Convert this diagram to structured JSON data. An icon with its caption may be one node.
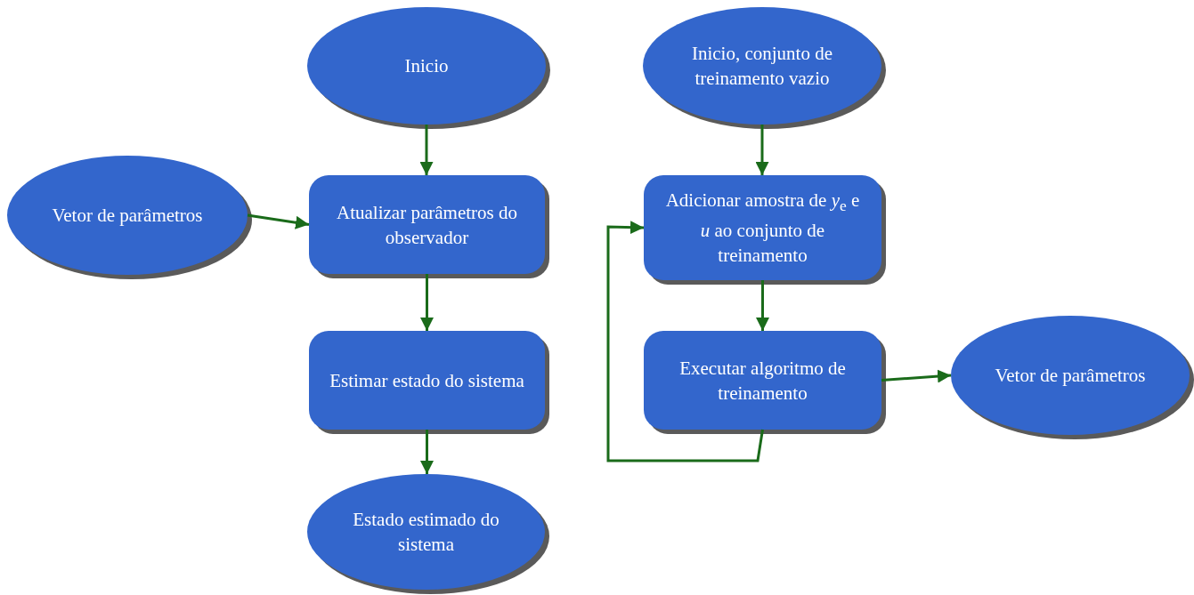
{
  "diagram": {
    "nodes": [
      {
        "text": [
          "Inicio"
        ]
      },
      {
        "text": [
          "Vetor de parâmetros"
        ]
      },
      {
        "text": [
          "Atualizar parâmetros do observador"
        ]
      },
      {
        "text": [
          "Estimar estado do sistema"
        ]
      },
      {
        "text": [
          "Estado estimado do sistema"
        ]
      },
      {
        "text": [
          "Inicio, conjunto de treinamento vazio"
        ]
      },
      {
        "text": [
          "Adicionar amostra de *y*$_{e}$ e *u* ao conjunto de treinamento"
        ]
      },
      {
        "text": [
          "Executar algoritmo de treinamento"
        ]
      },
      {
        "text": [
          "Vetor de parâmetros"
        ]
      }
    ],
    "edges": [
      {
        "from": 0,
        "to": 2,
        "arrow": "to"
      },
      {
        "from": 1,
        "to": 2,
        "arrow": "to"
      },
      {
        "from": 2,
        "to": 3,
        "arrow": "to"
      },
      {
        "from": 3,
        "to": 4,
        "arrow": "to"
      },
      {
        "from": 5,
        "to": 6,
        "arrow": "to"
      },
      {
        "from": 6,
        "to": 7,
        "arrow": "to"
      },
      {
        "from": 7,
        "to": 8,
        "arrow": "to"
      },
      {
        "from": 7,
        "to": 6,
        "arrow": "to"
      }
    ]
  }
}
